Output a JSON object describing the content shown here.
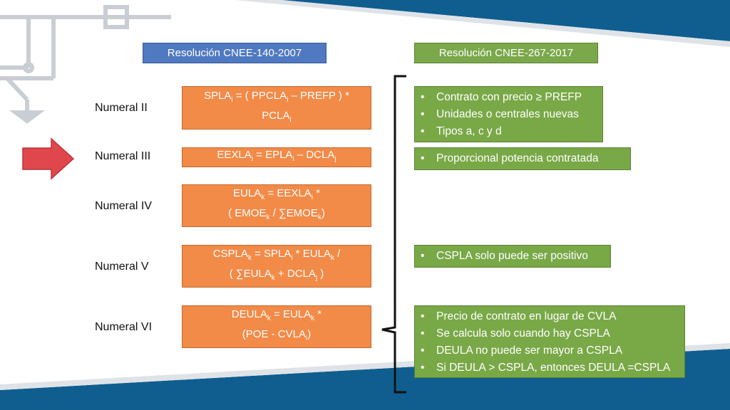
{
  "headers": {
    "left": "Resolución CNEE-140-2007",
    "right": "Resolución CNEE-267-2017"
  },
  "numerals": [
    "Numeral II",
    "Numeral III",
    "Numeral IV",
    "Numeral V",
    "Numeral VI"
  ],
  "formulas": {
    "f1": {
      "line1_a": "SPLA",
      "line1_a_sub": "i",
      "line1_b": " = ( PPCLA",
      "line1_b_sub": "i",
      "line1_c": " – PREFP ) *",
      "line2": "PCLA",
      "line2_sub": "i"
    },
    "f2": {
      "a": "EEXLA",
      "a_sub": "i",
      "b": " = EPLA",
      "b_sub": "i",
      "c": " – DCLA",
      "c_sub": "j"
    },
    "f3": {
      "l1_a": "EULA",
      "l1_a_sub": "k",
      "l1_b": " = EEXLA",
      "l1_b_sub": "i",
      "l1_c": " *",
      "l2_a": "( EMOE",
      "l2_a_sub": "k",
      "l2_b": " / ∑EMOE",
      "l2_b_sub": "k",
      "l2_c": ")"
    },
    "f4": {
      "l1_a": "CSPLA",
      "l1_a_sub": "k",
      "l1_b": " = SPLA",
      "l1_b_sub": "i",
      "l1_c": " * EULA",
      "l1_c_sub": "k",
      "l1_d": " /",
      "l2_a": "( ∑EULA",
      "l2_a_sub": "k",
      "l2_b": " + DCLA",
      "l2_b_sub": "j",
      "l2_c": " )"
    },
    "f5": {
      "l1_a": "DEULA",
      "l1_a_sub": "k",
      "l1_b": " = EULA",
      "l1_b_sub": "k",
      "l1_c": " *",
      "l2_a": "(POE - CVLA",
      "l2_a_sub": "i",
      "l2_b": ")"
    }
  },
  "notes": {
    "n1": [
      "Contrato con precio ≥ PREFP",
      "Unidades o centrales nuevas",
      "Tipos a, c y d"
    ],
    "n2": [
      "Proporcional potencia contratada"
    ],
    "n3": [
      "CSPLA solo puede ser positivo"
    ],
    "n4": [
      "Precio de contrato en lugar de CVLA",
      "Se calcula solo cuando hay CSPLA",
      "DEULA no puede ser mayor a CSPLA",
      "Si DEULA > CSPLA, entonces DEULA =CSPLA"
    ]
  },
  "colors": {
    "header_blue": "#4f79c0",
    "header_green": "#7ba84a",
    "formula_orange": "#f28a48",
    "band_blue": "#0f5e8f",
    "arrow_red": "#e0474c"
  }
}
